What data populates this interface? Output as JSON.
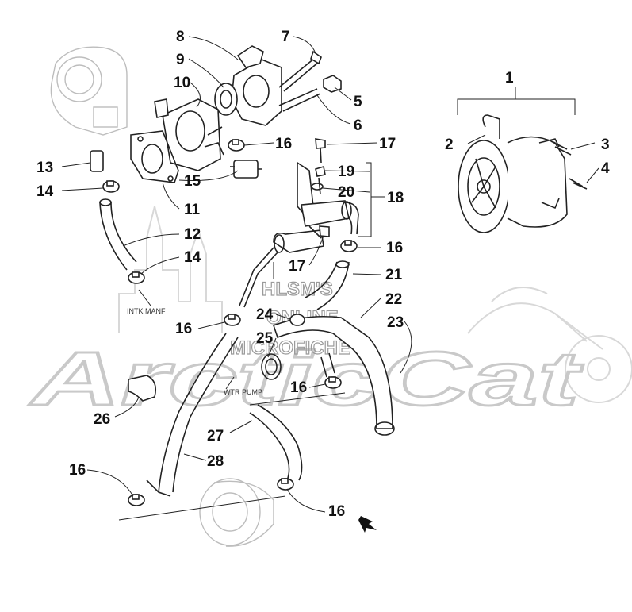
{
  "watermark": {
    "brand": "ArcticCat",
    "line1": "HLSM'S",
    "line2": "ONLINE",
    "line3": "MICROFICHE"
  },
  "notes": {
    "intake_manifold": "INTK MANF",
    "water_pump": "WTR PUMP"
  },
  "callouts": {
    "c1": "1",
    "c2": "2",
    "c3": "3",
    "c4": "4",
    "c5": "5",
    "c6": "6",
    "c7": "7",
    "c8": "8",
    "c9": "9",
    "c10": "10",
    "c11": "11",
    "c12": "12",
    "c13": "13",
    "c14a": "14",
    "c14b": "14",
    "c15": "15",
    "c16a": "16",
    "c16b": "16",
    "c16c": "16",
    "c16d": "16",
    "c16e": "16",
    "c16f": "16",
    "c17a": "17",
    "c17b": "17",
    "c18": "18",
    "c19": "19",
    "c20": "20",
    "c21": "21",
    "c22": "22",
    "c23": "23",
    "c24": "24",
    "c25": "25",
    "c26": "26",
    "c27": "27",
    "c28": "28"
  }
}
